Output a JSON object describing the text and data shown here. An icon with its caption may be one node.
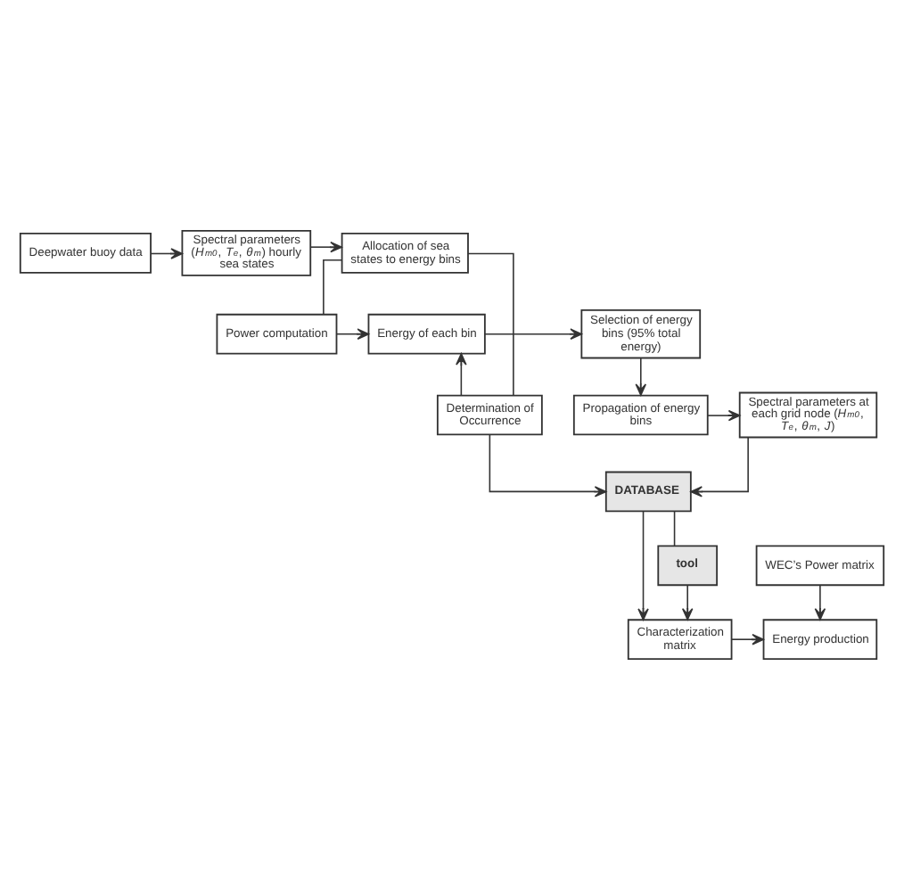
{
  "diagram": {
    "nodes": [
      {
        "text": [
          "Deepwater buoy data"
        ]
      },
      {
        "text": [
          "Spectral parameters (*H*$_{m0}$, *T*$_{e}$, *θ*$_{m}$) hourly sea states"
        ]
      },
      {
        "text": [
          "Allocation of sea states to energy bins"
        ]
      },
      {
        "text": [
          "Power computation"
        ]
      },
      {
        "text": [
          "Energy of each bin"
        ]
      },
      {
        "text": [
          "Determination of Occurrence"
        ]
      },
      {
        "text": [
          "Selection of energy bins (95% total energy)"
        ]
      },
      {
        "text": [
          "Propagation of energy bins"
        ]
      },
      {
        "text": [
          "Spectral parameters at each grid node (*H*$_{m0}$, *T*$_{e}$, *θ*$_{m}$, *J*)"
        ]
      },
      {
        "text": [
          "DATABASE"
        ]
      },
      {
        "text": [
          "tool"
        ]
      },
      {
        "text": [
          "Characterization matrix"
        ]
      },
      {
        "text": [
          "Energy production"
        ]
      },
      {
        "text": [
          "WEC’s Power matrix"
        ]
      }
    ],
    "edges": [
      {
        "from": 0,
        "to": 1,
        "arrow": "to"
      },
      {
        "from": 1,
        "to": 2,
        "arrow": "to"
      },
      {
        "from": 2,
        "to": 3,
        "arrow": "none"
      },
      {
        "from": 2,
        "to": 5,
        "arrow": "none"
      },
      {
        "from": 3,
        "to": 4,
        "arrow": "to"
      },
      {
        "from": 5,
        "to": 4,
        "arrow": "to"
      },
      {
        "from": 4,
        "to": 6,
        "arrow": "to"
      },
      {
        "from": 6,
        "to": 7,
        "arrow": "to"
      },
      {
        "from": 7,
        "to": 8,
        "arrow": "to"
      },
      {
        "from": 8,
        "to": 9,
        "arrow": "to"
      },
      {
        "from": 5,
        "to": 9,
        "arrow": "to"
      },
      {
        "from": 9,
        "to": 10,
        "arrow": "none"
      },
      {
        "from": 9,
        "to": 11,
        "arrow": "to"
      },
      {
        "from": 10,
        "to": 11,
        "arrow": "to"
      },
      {
        "from": 11,
        "to": 12,
        "arrow": "to"
      },
      {
        "from": 13,
        "to": 12,
        "arrow": "to"
      }
    ]
  }
}
